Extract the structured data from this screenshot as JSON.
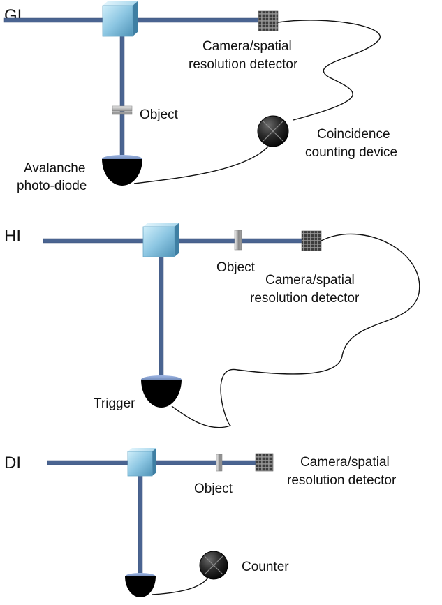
{
  "colors": {
    "beam": "#4a6491",
    "splitter_light": "#bfe4f4",
    "splitter_dark": "#4f93b7",
    "detector": "#000000",
    "wire": "#111111"
  },
  "panels": {
    "gi": {
      "title": "GI",
      "object_label": "Object",
      "camera_label_1": "Camera/spatial",
      "camera_label_2": "resolution detector",
      "apd_label_1": "Avalanche",
      "apd_label_2": "photo-diode",
      "counter_label_1": "Coincidence",
      "counter_label_2": "counting device"
    },
    "hi": {
      "title": "HI",
      "object_label": "Object",
      "camera_label_1": "Camera/spatial",
      "camera_label_2": "resolution detector",
      "trigger_label": "Trigger"
    },
    "di": {
      "title": "DI",
      "object_label": "Object",
      "camera_label_1": "Camera/spatial",
      "camera_label_2": "resolution detector",
      "counter_label": "Counter"
    }
  }
}
